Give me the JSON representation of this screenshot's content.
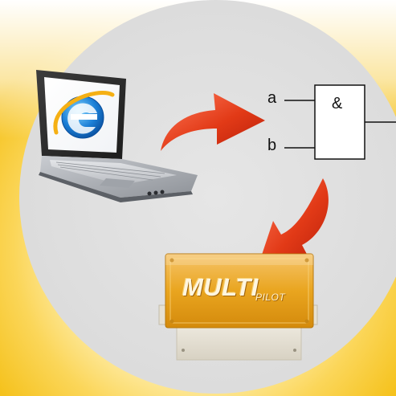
{
  "logic_gate": {
    "symbol": "&",
    "input_a": "a",
    "input_b": "b"
  },
  "controller": {
    "brand_main": "MULTI",
    "brand_sub": "PILOT"
  },
  "colors": {
    "background_glow": "#f7c830",
    "circle": "#dcdcdc",
    "arrow": "#e23a17",
    "controller_lid": "#e9a51f",
    "controller_base": "#e8e3d6"
  },
  "icons": [
    "laptop-icon",
    "browser-logo-icon",
    "curved-arrow-icon",
    "and-gate-icon",
    "controller-box-icon"
  ]
}
